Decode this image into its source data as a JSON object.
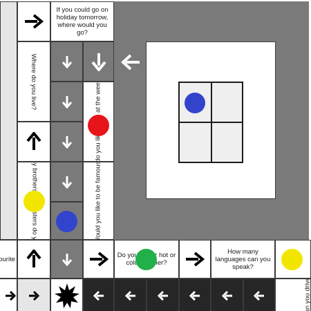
{
  "colors": {
    "grey_area": "#7a7a7a",
    "dark_cell": "#262626",
    "red_piece": "#e8141c",
    "yellow_piece": "#f2e600",
    "blue_piece": "#3344cc",
    "green_piece": "#22b04a"
  },
  "questions": {
    "holiday": "If you could go on holiday tomorrow, where would you go?",
    "live": "Where do you live?",
    "weekend": "What do you like to do at the weekend?",
    "siblings": "How many brothers and sisters do you have?",
    "famous": "Would you like to be famous?",
    "favourite": "favourite",
    "hot_cold": "Do you prefer hot or cold weather?",
    "languages": "How many languages can you speak?",
    "drive": "Can you drive?"
  },
  "icons": {
    "arrow_right": "arrow-right-icon",
    "arrow_down": "arrow-down-icon",
    "arrow_up": "arrow-up-icon",
    "arrow_left": "arrow-left-icon",
    "burst": "burst-icon"
  },
  "pieces": [
    "red",
    "yellow",
    "blue",
    "green"
  ]
}
